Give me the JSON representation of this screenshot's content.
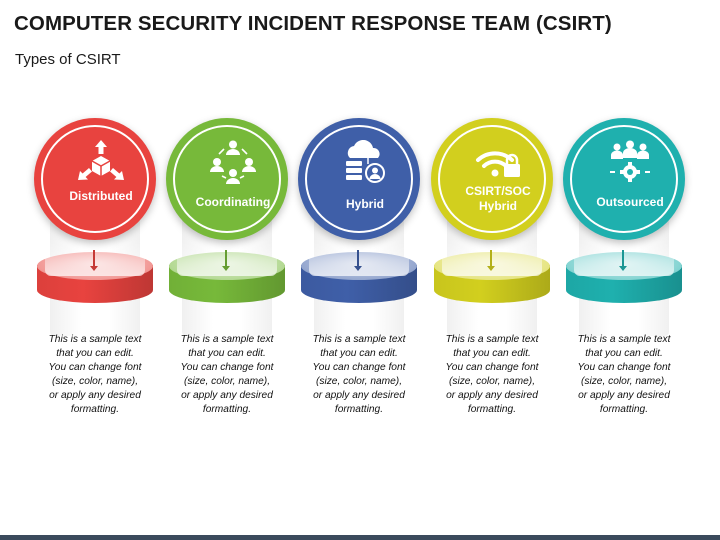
{
  "header": {
    "title": "COMPUTER SECURITY INCIDENT RESPONSE TEAM (CSIRT)",
    "subtitle": "Types of CSIRT"
  },
  "items": [
    {
      "label_lines": [
        "Distributed"
      ],
      "icon": "distributed-arrows-icon",
      "color": "#e8433f",
      "desc_lines": [
        "This is a sample text",
        "that you can edit.",
        "You can change font",
        "(size, color, name),",
        "or apply any desired",
        "formatting."
      ]
    },
    {
      "label_lines": [
        "Coordinating"
      ],
      "icon": "people-network-icon",
      "color": "#77b93a",
      "desc_lines": [
        "This is a sample text",
        "that you can edit.",
        "You can change font",
        "(size, color, name),",
        "or apply any desired",
        "formatting."
      ]
    },
    {
      "label_lines": [
        "Hybrid"
      ],
      "icon": "cloud-server-user-icon",
      "color": "#3f5fa8",
      "desc_lines": [
        "This is a sample text",
        "that you can edit.",
        "You can change font",
        "(size, color, name),",
        "or apply any desired",
        "formatting."
      ]
    },
    {
      "label_lines": [
        "CSIRT/SOC",
        "Hybrid"
      ],
      "icon": "wifi-lock-icon",
      "color": "#d2cf1e",
      "desc_lines": [
        "This is a sample text",
        "that you can edit.",
        "You can change font",
        "(size, color, name),",
        "or apply any desired",
        "formatting."
      ]
    },
    {
      "label_lines": [
        "Outsourced"
      ],
      "icon": "team-gear-icon",
      "color": "#1fb0ae",
      "desc_lines": [
        "This is a sample text",
        "that you can edit.",
        "You can change font",
        "(size, color, name),",
        "or apply any desired",
        "formatting."
      ]
    }
  ]
}
